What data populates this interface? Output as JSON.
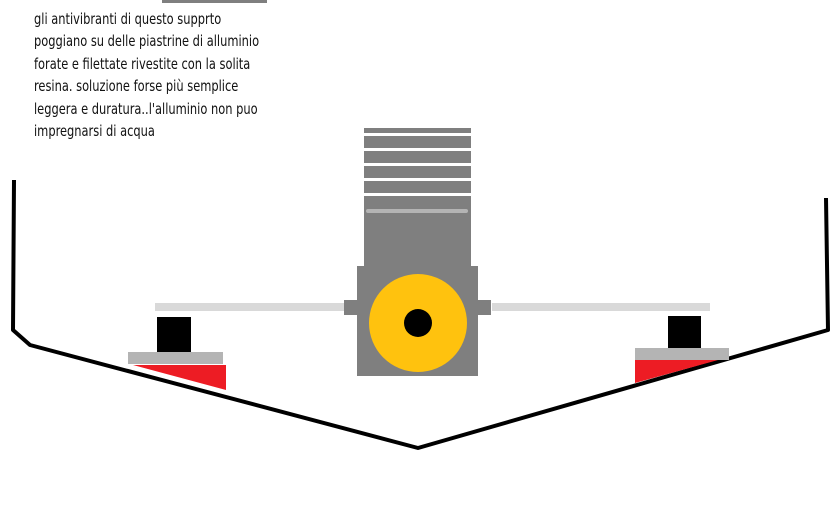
{
  "note": {
    "lines": [
      "gli antivibranti di questo supprto",
      "poggiano su delle piastrine di alluminio",
      "forate e filettate rivestite con la solita",
      "resina. soluzione forse più semplice",
      "leggera e duratura..l'alluminio non puo",
      "impregnarsi di acqua"
    ]
  },
  "colors": {
    "hull": "#000000",
    "engine": "#7f7f7f",
    "crank": "#ffc20e",
    "mount_bar": "#d9d9d9",
    "plate": "#b4b4b4",
    "resin": "#ed1c24"
  }
}
